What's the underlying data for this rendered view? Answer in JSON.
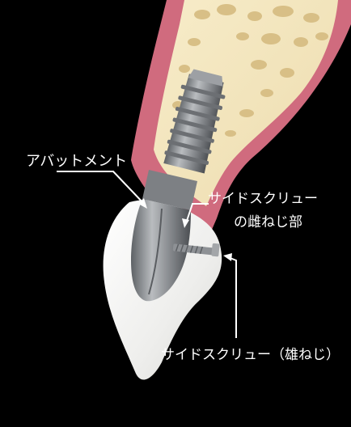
{
  "labels": {
    "abutment": "アバットメント",
    "side_screw_female_line1": "サイドスクリュー",
    "side_screw_female_line2": "の雌ねじ部",
    "side_screw_male": "サイドスクリュー（雄ねじ）"
  },
  "colors": {
    "background": "#000000",
    "gum": "#d06b7e",
    "bone": "#f2e4bc",
    "bone_pores": "#d8bf86",
    "implant_metal": "#8f9296",
    "crown": "#f4f4f2",
    "label_text": "#ffffff"
  }
}
